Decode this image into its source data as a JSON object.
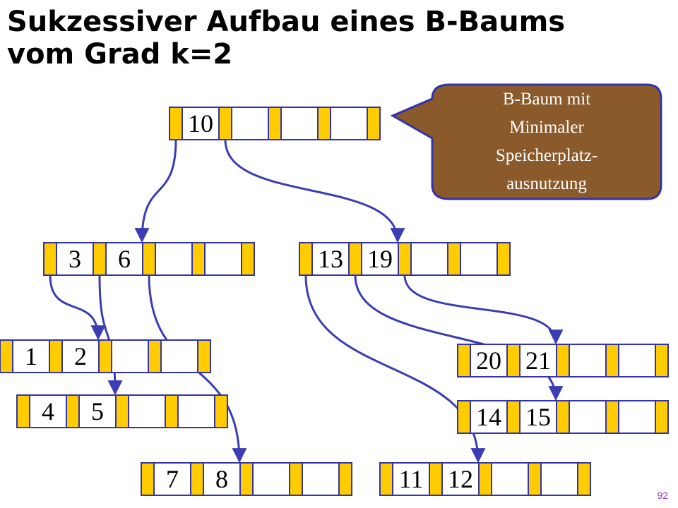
{
  "title_lines": [
    "Sukzessiver Aufbau eines B-Baums",
    "vom Grad k=2"
  ],
  "callout_lines": [
    "B-Baum mit",
    "Minimaler",
    "Speicherplatz-",
    "ausnutzung"
  ],
  "slide_number": "92",
  "colors": {
    "pointer_slot": "#ffcc00",
    "node_border": "#3333aa",
    "arrow": "#3c3cb4",
    "callout_fill": "#8b5a2b",
    "callout_border": "#3333aa"
  },
  "nodes": [
    {
      "id": "root",
      "keys": [
        "10",
        "",
        "",
        ""
      ]
    },
    {
      "id": "n-3-6",
      "keys": [
        "3",
        "6",
        "",
        ""
      ]
    },
    {
      "id": "n-13-19",
      "keys": [
        "13",
        "19",
        "",
        ""
      ]
    },
    {
      "id": "n-1-2",
      "keys": [
        "1",
        "2",
        "",
        ""
      ]
    },
    {
      "id": "n-4-5",
      "keys": [
        "4",
        "5",
        "",
        ""
      ]
    },
    {
      "id": "n-7-8",
      "keys": [
        "7",
        "8",
        "",
        ""
      ]
    },
    {
      "id": "n-11-12",
      "keys": [
        "11",
        "12",
        "",
        ""
      ]
    },
    {
      "id": "n-20-21",
      "keys": [
        "20",
        "21",
        "",
        ""
      ]
    },
    {
      "id": "n-14-15",
      "keys": [
        "14",
        "15",
        "",
        ""
      ]
    }
  ],
  "edges": [
    {
      "from": "root",
      "slot": 0,
      "to": "n-3-6"
    },
    {
      "from": "root",
      "slot": 1,
      "to": "n-13-19"
    },
    {
      "from": "n-3-6",
      "slot": 0,
      "to": "n-1-2"
    },
    {
      "from": "n-3-6",
      "slot": 1,
      "to": "n-4-5"
    },
    {
      "from": "n-3-6",
      "slot": 2,
      "to": "n-7-8"
    },
    {
      "from": "n-13-19",
      "slot": 0,
      "to": "n-11-12"
    },
    {
      "from": "n-13-19",
      "slot": 1,
      "to": "n-14-15"
    },
    {
      "from": "n-13-19",
      "slot": 2,
      "to": "n-20-21"
    }
  ]
}
